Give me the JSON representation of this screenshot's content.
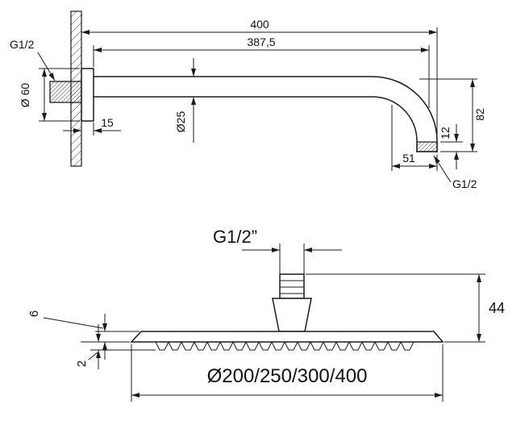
{
  "style": {
    "ink": "#1b1b1b",
    "background": "#ffffff"
  },
  "arm_view": {
    "thread_top_label": "G1/2",
    "thread_end_label": "G1/2",
    "dim_total_length": "400",
    "dim_arm_length": "387,5",
    "dim_flange_diameter": "Ø 60",
    "dim_pipe_diameter": "Ø25",
    "dim_flange_depth": "15",
    "dim_thread_length": "12",
    "dim_drop_height": "82",
    "dim_bend_offset": "51"
  },
  "head_view": {
    "thread_label": "G1/2”",
    "dim_plate_thickness": "6",
    "dim_nozzle_height": "2",
    "dim_total_height": "44",
    "dim_diameter_options": "Ø200/250/300/400"
  }
}
